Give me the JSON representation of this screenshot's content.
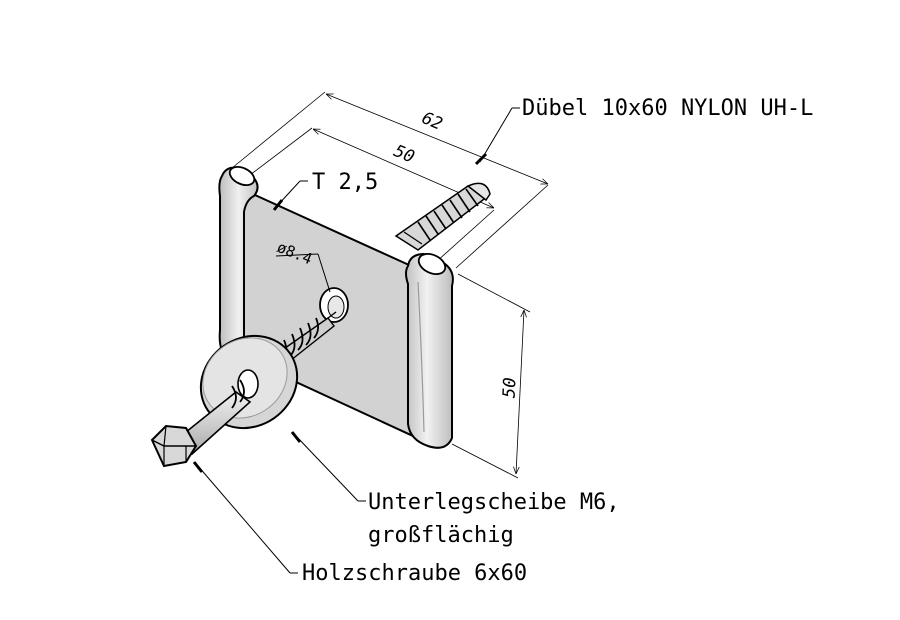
{
  "labels": {
    "anchor": "Dübel 10x60 NYLON UH-L",
    "thickness": "T 2,5",
    "hole": "ø8.4",
    "washer_line1": "Unterlegscheibe M6,",
    "washer_line2": "großflächig",
    "screw": "Holzschraube 6x60"
  },
  "dimensions": {
    "overall_width": "62",
    "inner_width": "50",
    "height": "50"
  },
  "colors": {
    "part_fill": "#d4d4d4",
    "part_shadow": "#b8b8b8",
    "part_light": "#ececec",
    "line": "#000000"
  }
}
